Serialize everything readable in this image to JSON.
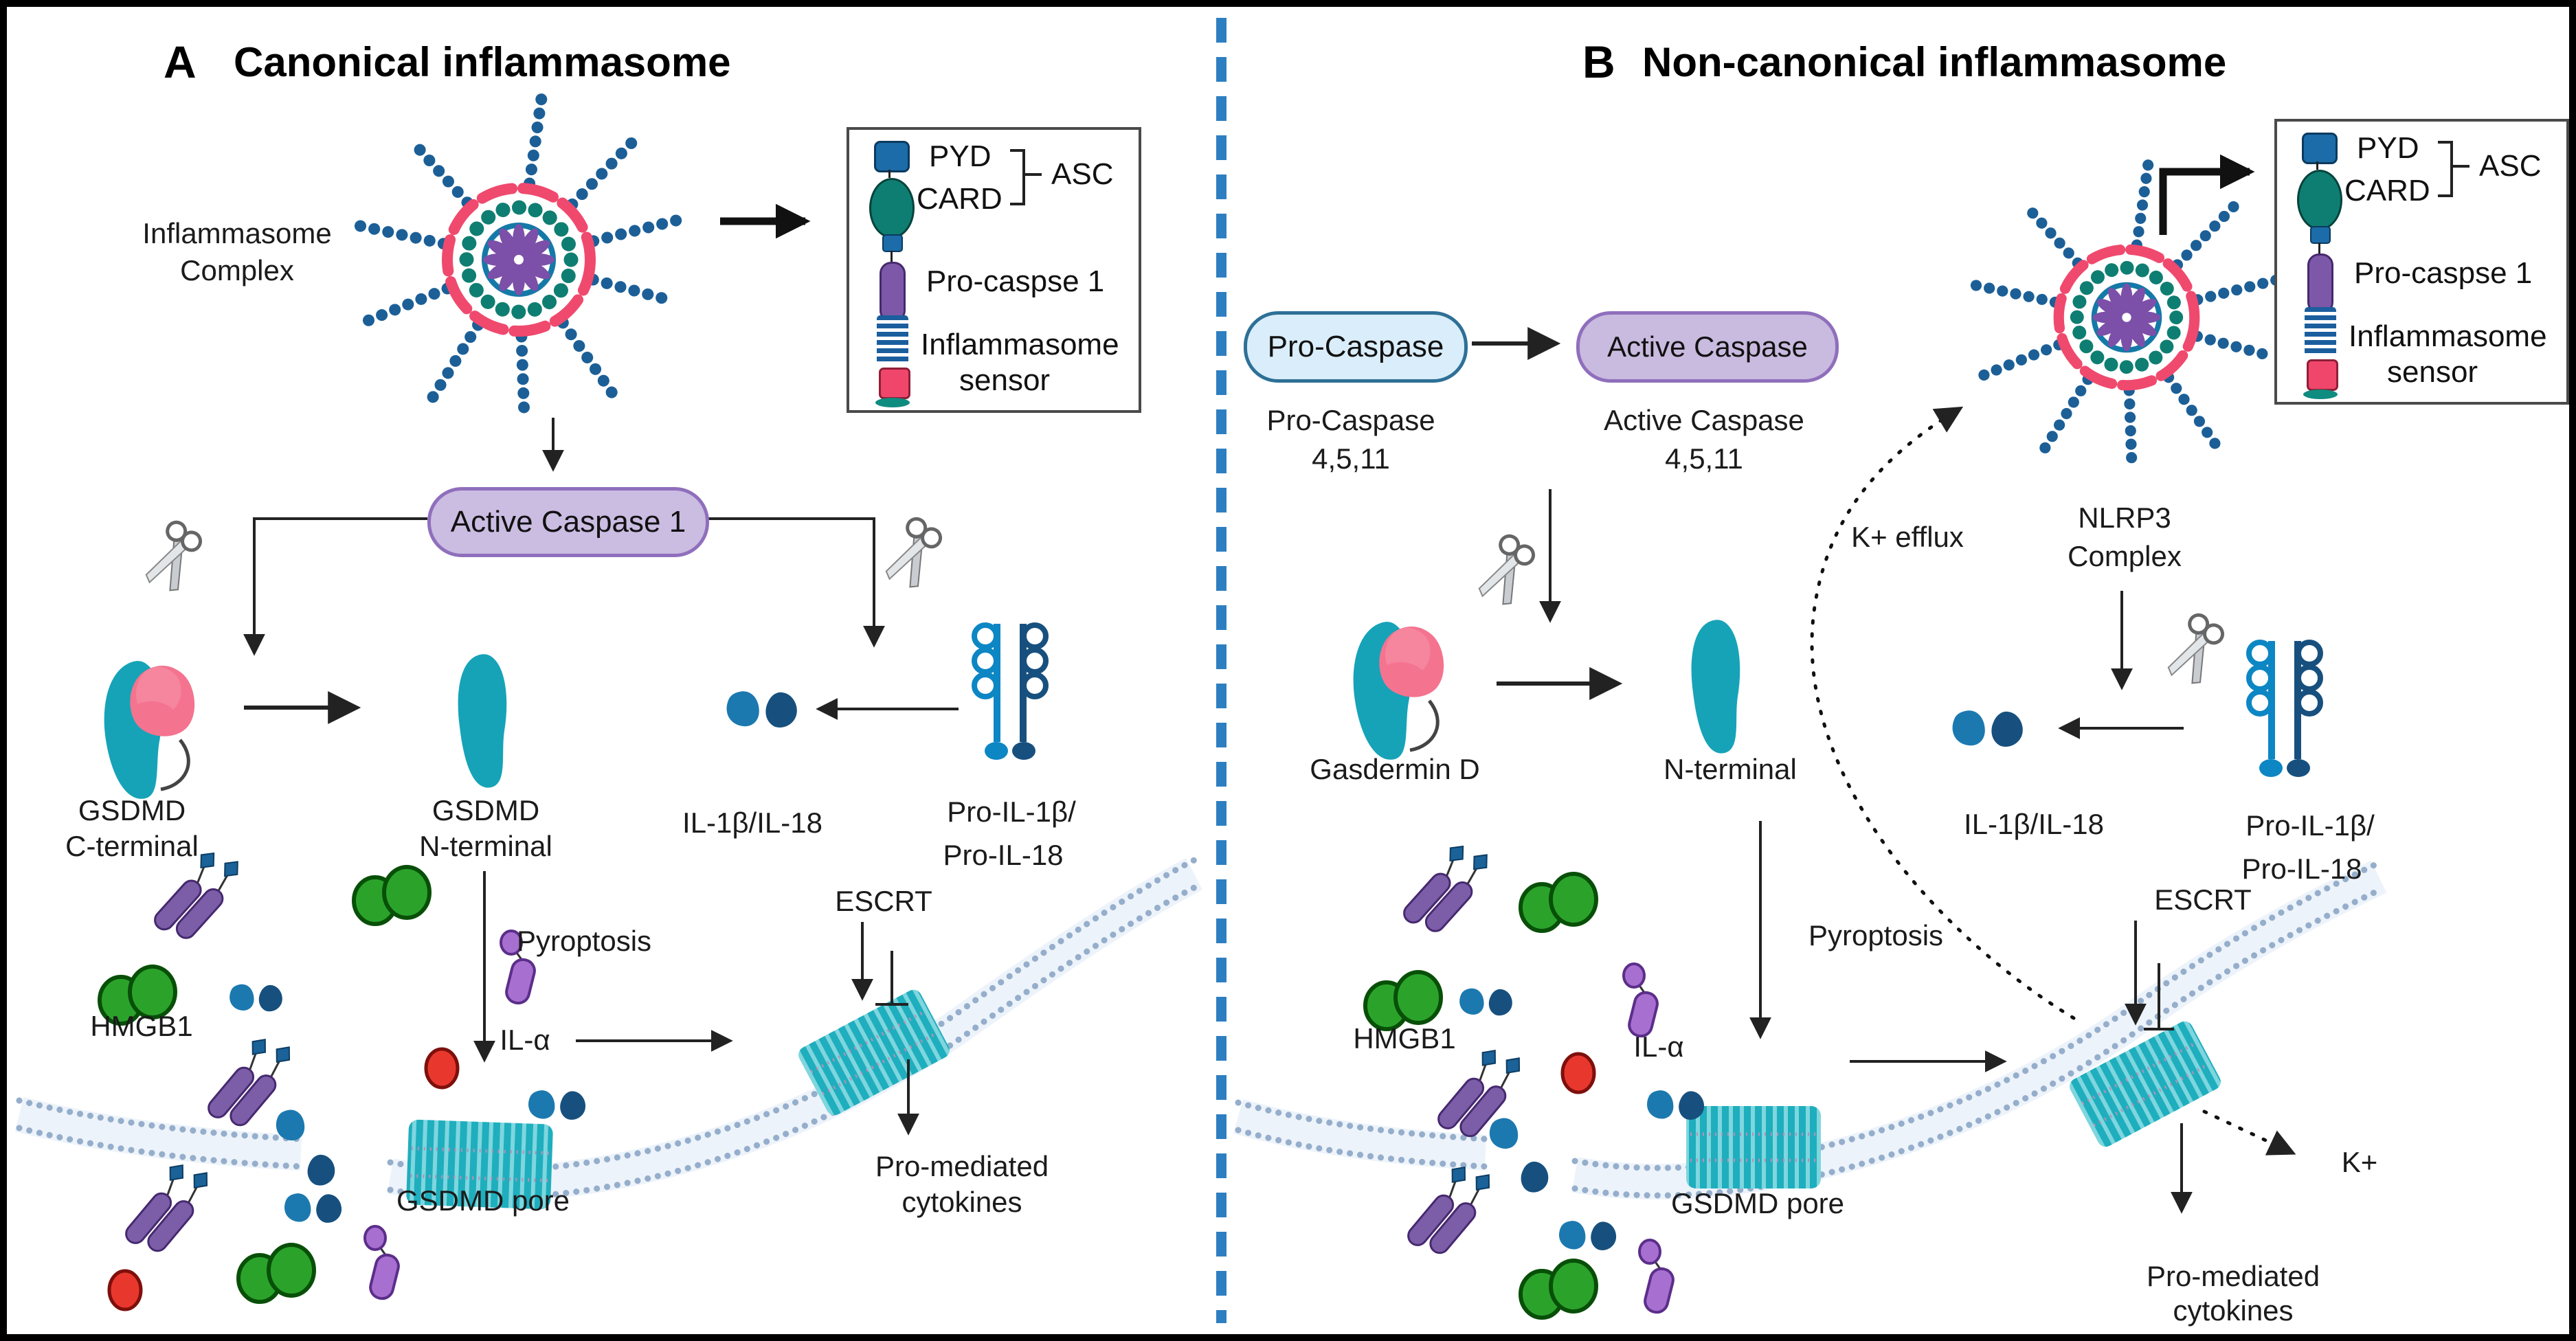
{
  "legend": {
    "pyd": "PYD",
    "card": "CARD",
    "asc": "ASC",
    "pro_caspase": "Pro-caspse 1",
    "sensor1": "Inflammasome",
    "sensor2": "sensor"
  },
  "panelA": {
    "letter": "A",
    "title": "Canonical inflammasome",
    "complex1": "Inflammasome",
    "complex2": "Complex",
    "active_caspase": "Active Caspase 1",
    "gsdmd_c1": "GSDMD",
    "gsdmd_c2": "C-terminal",
    "gsdmd_n1": "GSDMD",
    "gsdmd_n2": "N-terminal",
    "il": "IL-1β/IL-18",
    "pro_il1": "Pro-IL-1β/",
    "pro_il2": "Pro-IL-18",
    "hmgb1": "HMGB1",
    "il_alpha": "IL-α",
    "pyroptosis": "Pyroptosis",
    "gsdmd_pore": "GSDMD pore",
    "escrt": "ESCRT",
    "pro_med1": "Pro-mediated",
    "pro_med2": "cytokines"
  },
  "panelB": {
    "letter": "B",
    "title": "Non-canonical inflammasome",
    "pro_caspase_pill": "Pro-Caspase",
    "active_caspase_pill": "Active Caspase",
    "pro_caspase1": "Pro-Caspase",
    "pro_caspase2": "4,5,11",
    "active_caspase1": "Active Caspase",
    "active_caspase2": "4,5,11",
    "k_efflux": "K+ efflux",
    "nlrp31": "NLRP3",
    "nlrp32": "Complex",
    "gasdermin_d": "Gasdermin D",
    "n_terminal": "N-terminal",
    "il": "IL-1β/IL-18",
    "pro_il1": "Pro-IL-1β/",
    "pro_il2": "Pro-IL-18",
    "hmgb1": "HMGB1",
    "il_alpha": "IL-α",
    "pyroptosis": "Pyroptosis",
    "gsdmd_pore": "GSDMD pore",
    "escrt": "ESCRT",
    "k_plus": "K+",
    "pro_med1": "Pro-mediated",
    "pro_med2": "cytokines"
  },
  "colors": {
    "divider_blue": "#2E7FC1",
    "pill_purple_fill": "#CBBCE2",
    "pill_purple_border": "#8F6FBC",
    "pill_blue_fill": "#D9EDFA",
    "pill_blue_border": "#2E7096",
    "teal_gsdmd": "#16A3B8",
    "pink_sensor": "#EF4A6F",
    "purple_caspase": "#7B5EA7",
    "green_hmgb1": "#2BA32B",
    "dark_blue": "#1A6298",
    "red_danger": "#E8382E",
    "membrane_bead": "#95AECB",
    "pore_teal": "#1FAEBE"
  }
}
